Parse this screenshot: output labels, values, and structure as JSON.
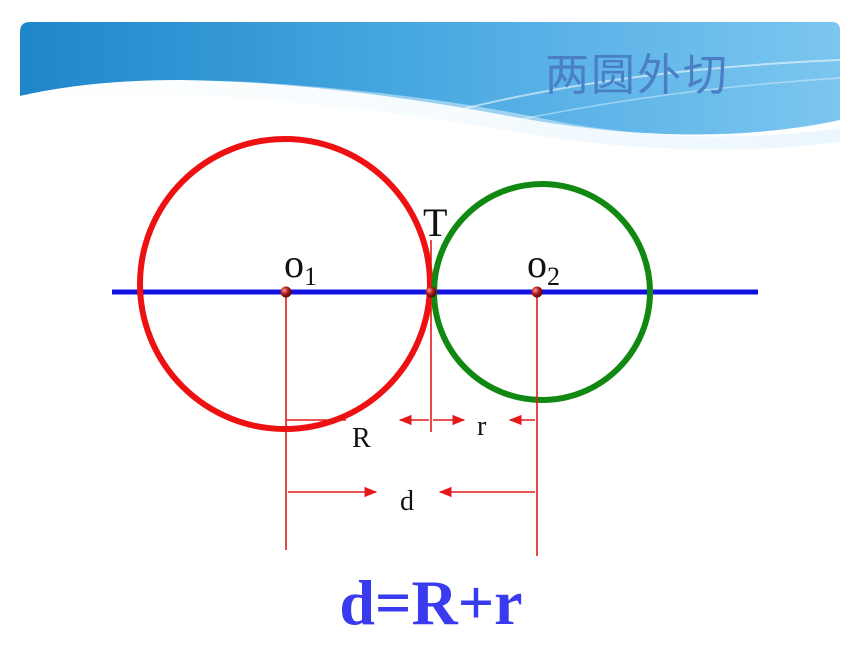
{
  "slide": {
    "title": "两圆外切"
  },
  "diagram": {
    "tangent_point_label": "T",
    "center1": {
      "main": "o",
      "subscript": "1"
    },
    "center2": {
      "main": "o",
      "subscript": "2"
    },
    "radius_big_label": "R",
    "radius_small_label": "r",
    "distance_label": "d"
  },
  "formula": "d=R+r",
  "colors": {
    "big_circle": "#ee1111",
    "small_circle": "#118811",
    "center_line": "#1010e0",
    "dimension_lines": "#e21a1a",
    "formula": "#3a3aee",
    "title": "#4a7fc6"
  }
}
